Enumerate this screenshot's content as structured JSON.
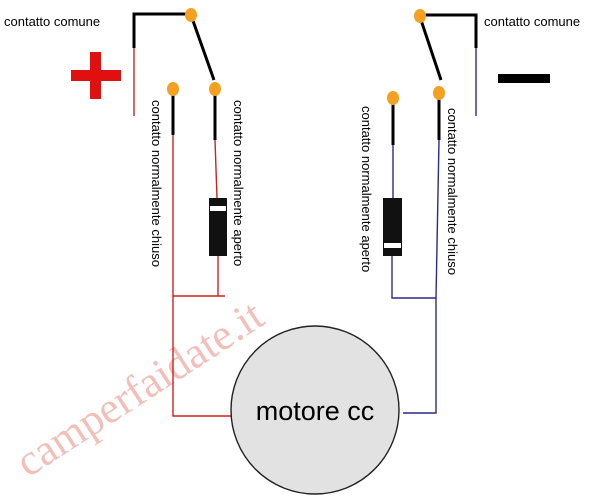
{
  "labels": {
    "common_left": "contatto comune",
    "common_right": "contatto comune",
    "nc_left": "contatto normalmente chiuso",
    "no_left": "contatto normalmente aperto",
    "no_right": "contatto normalmente aperto",
    "nc_right": "contatto normalmente chiuso",
    "motor": "motore cc",
    "watermark": "camperfaidate.it"
  },
  "colors": {
    "positive_wire": "#cc2222",
    "negative_wire": "#2a2a8a",
    "contact": "#f4a020",
    "plus_sign": "#e01010",
    "minus_sign": "#000000",
    "motor_fill": "#e2e2e2",
    "switch_lever": "#000000"
  },
  "icons": {
    "plus": "plus-sign",
    "minus": "minus-sign",
    "motor": "motor-circle",
    "diode": "diode-icon"
  }
}
